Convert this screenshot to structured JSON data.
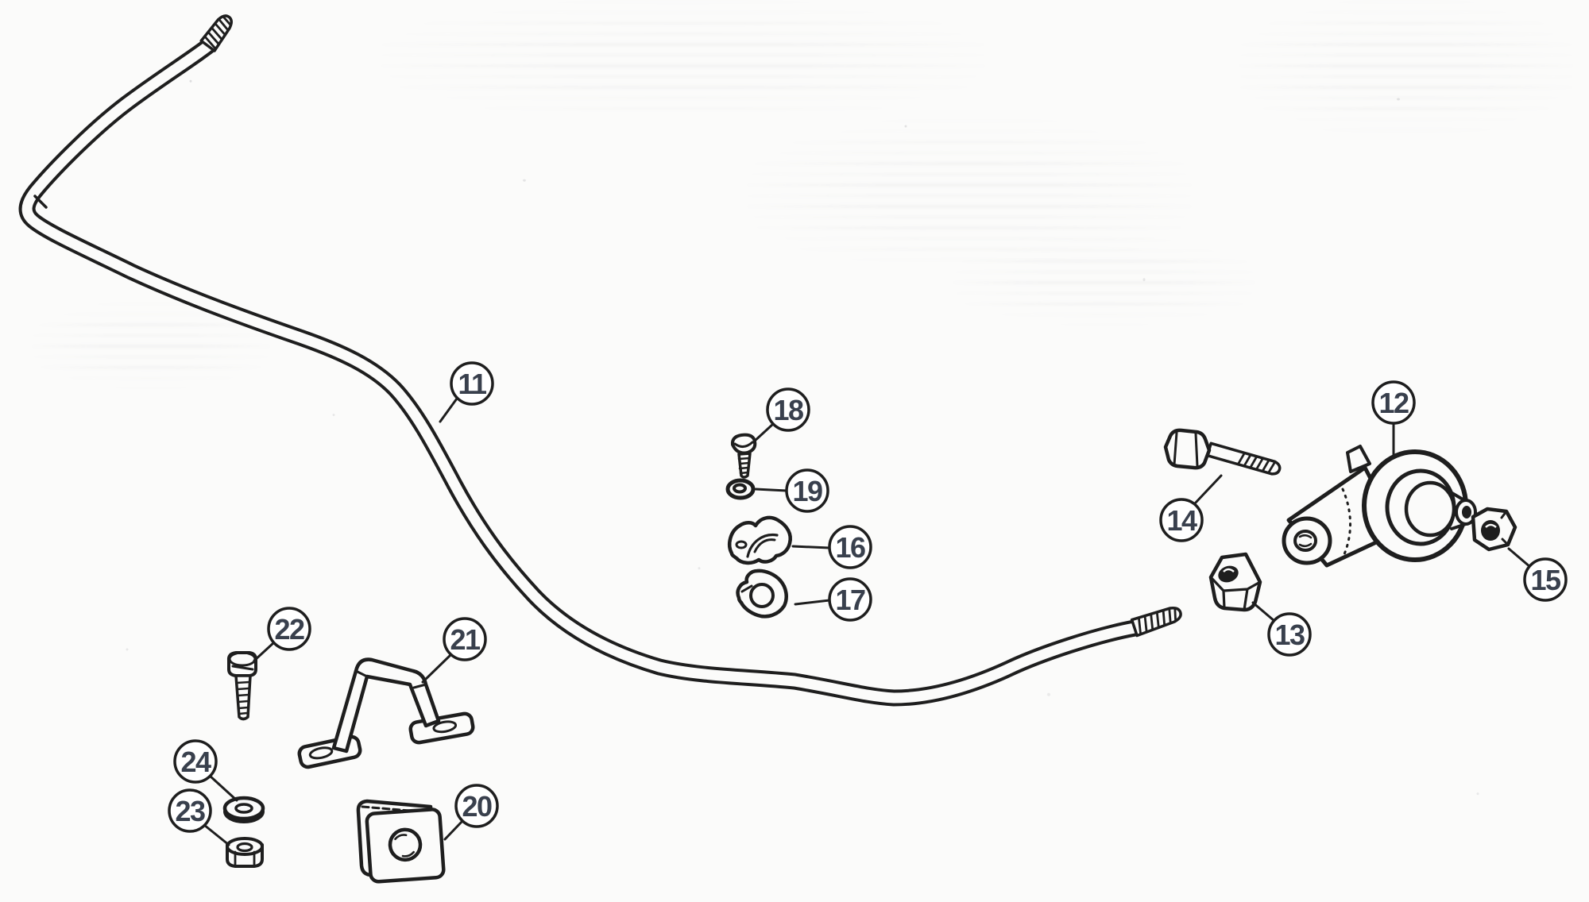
{
  "figure": {
    "paper_color": "#fbfbfa",
    "ink_color": "#1e1e1e",
    "callout_text_color": "#39404d"
  },
  "callouts": [
    {
      "number": "11"
    },
    {
      "number": "12"
    },
    {
      "number": "13"
    },
    {
      "number": "14"
    },
    {
      "number": "15"
    },
    {
      "number": "16"
    },
    {
      "number": "17"
    },
    {
      "number": "18"
    },
    {
      "number": "19"
    },
    {
      "number": "20"
    },
    {
      "number": "21"
    },
    {
      "number": "22"
    },
    {
      "number": "23"
    },
    {
      "number": "24"
    }
  ]
}
